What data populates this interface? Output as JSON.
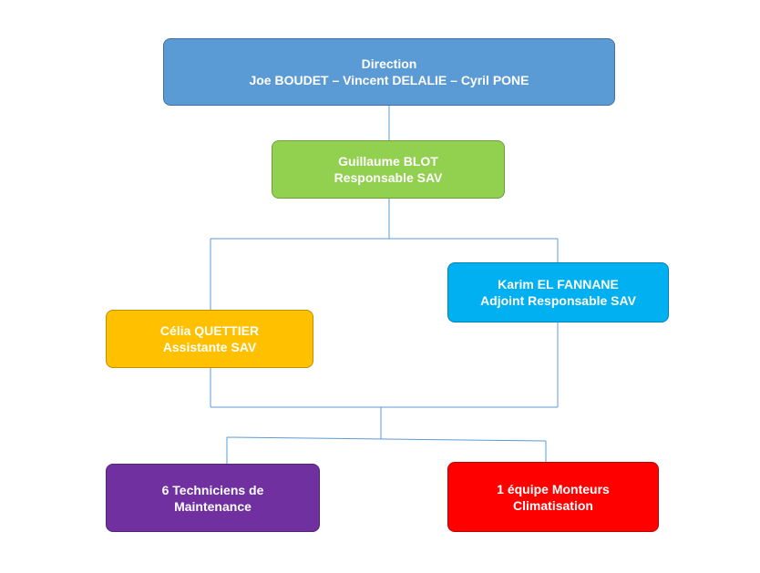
{
  "colors": {
    "direction": "#5b9bd5",
    "responsable": "#92d050",
    "adjoint": "#00b0f0",
    "assistante": "#ffc000",
    "techniciens": "#7030a0",
    "monteurs": "#ff0000",
    "connector": "#5b9bd5"
  },
  "nodes": {
    "direction": {
      "line1": "Direction",
      "line2": "Joe BOUDET – Vincent DELALIE – Cyril PONE"
    },
    "responsable": {
      "line1": "Guillaume BLOT",
      "line2": "Responsable SAV"
    },
    "adjoint": {
      "line1": "Karim EL FANNANE",
      "line2": "Adjoint Responsable SAV"
    },
    "assistante": {
      "line1": "Célia QUETTIER",
      "line2": "Assistante SAV"
    },
    "techniciens": {
      "line1": "6 Techniciens de",
      "line2": "Maintenance"
    },
    "monteurs": {
      "line1": "1 équipe Monteurs",
      "line2": "Climatisation"
    }
  }
}
